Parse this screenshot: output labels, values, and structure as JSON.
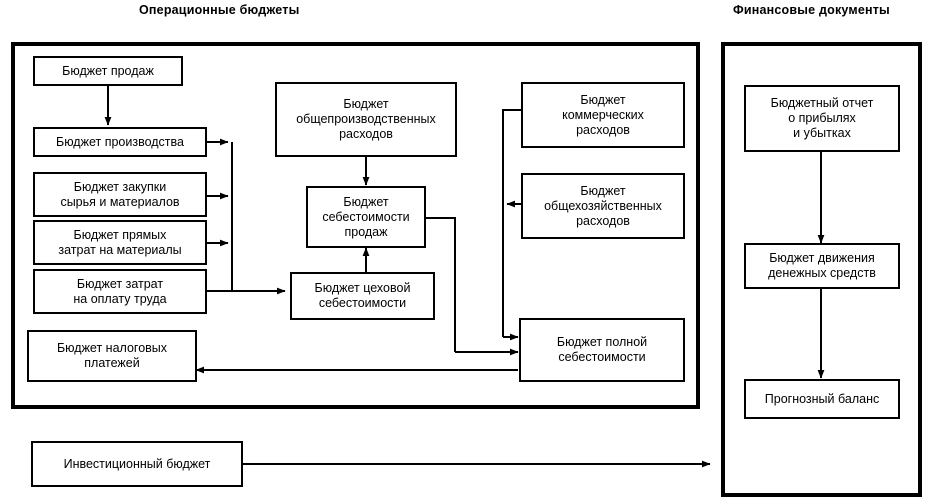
{
  "headers": {
    "operational": "Операционные бюджеты",
    "financial": "Финансовые документы"
  },
  "colors": {
    "stroke": "#000000",
    "background": "#ffffff",
    "text": "#000000"
  },
  "nodes": {
    "sales": "Бюджет продаж",
    "production": "Бюджет производства",
    "raw_materials_purchase": "Бюджет закупки\nсырья и материалов",
    "direct_material_costs": "Бюджет прямых\nзатрат на материалы",
    "labor_costs": "Бюджет затрат\nна оплату труда",
    "tax_payments": "Бюджет налоговых\nплатежей",
    "overhead_expenses": "Бюджет\nобщепроизводственных\nрасходов",
    "cost_of_sales": "Бюджет\nсебестоимости\nпродаж",
    "shop_cost": "Бюджет цеховой\nсебестоимости",
    "commercial_expenses": "Бюджет\nкоммерческих\nрасходов",
    "general_business_expenses": "Бюджет\nобщехозяйственных\nрасходов",
    "full_cost": "Бюджет полной\nсебестоимости",
    "investment_budget": "Инвестиционный бюджет",
    "profit_loss_report": "Бюджетный отчет\nо прибылях\nи убытках",
    "cash_flow": "Бюджет движения\nденежных средств",
    "forecast_balance": "Прогнозный баланс"
  },
  "diagram": {
    "type": "flowchart",
    "edges": [
      {
        "from": "sales",
        "to": "production",
        "arrow": true
      },
      {
        "from": "production",
        "to": "shop-cost-bus",
        "arrow": true
      },
      {
        "from": "raw_materials_purchase",
        "to": "shop-cost-bus",
        "arrow": true
      },
      {
        "from": "direct_material_costs",
        "to": "shop-cost-bus",
        "arrow": true
      },
      {
        "from": "labor_costs",
        "to": "shop_cost",
        "arrow": true
      },
      {
        "from": "overhead_expenses",
        "to": "cost_of_sales",
        "arrow": true
      },
      {
        "from": "shop_cost",
        "to": "cost_of_sales",
        "arrow": true
      },
      {
        "from": "cost_of_sales",
        "to": "full_cost",
        "arrow": true
      },
      {
        "from": "commercial_expenses",
        "to": "full_cost",
        "arrow": true
      },
      {
        "from": "general_business_expenses",
        "to": "full_cost",
        "arrow": true
      },
      {
        "from": "full_cost",
        "to": "tax_payments",
        "arrow": true
      },
      {
        "from": "investment_budget",
        "to": "container-financial",
        "arrow": true
      },
      {
        "from": "profit_loss_report",
        "to": "cash_flow",
        "arrow": true
      },
      {
        "from": "cash_flow",
        "to": "forecast_balance",
        "arrow": true
      }
    ]
  }
}
